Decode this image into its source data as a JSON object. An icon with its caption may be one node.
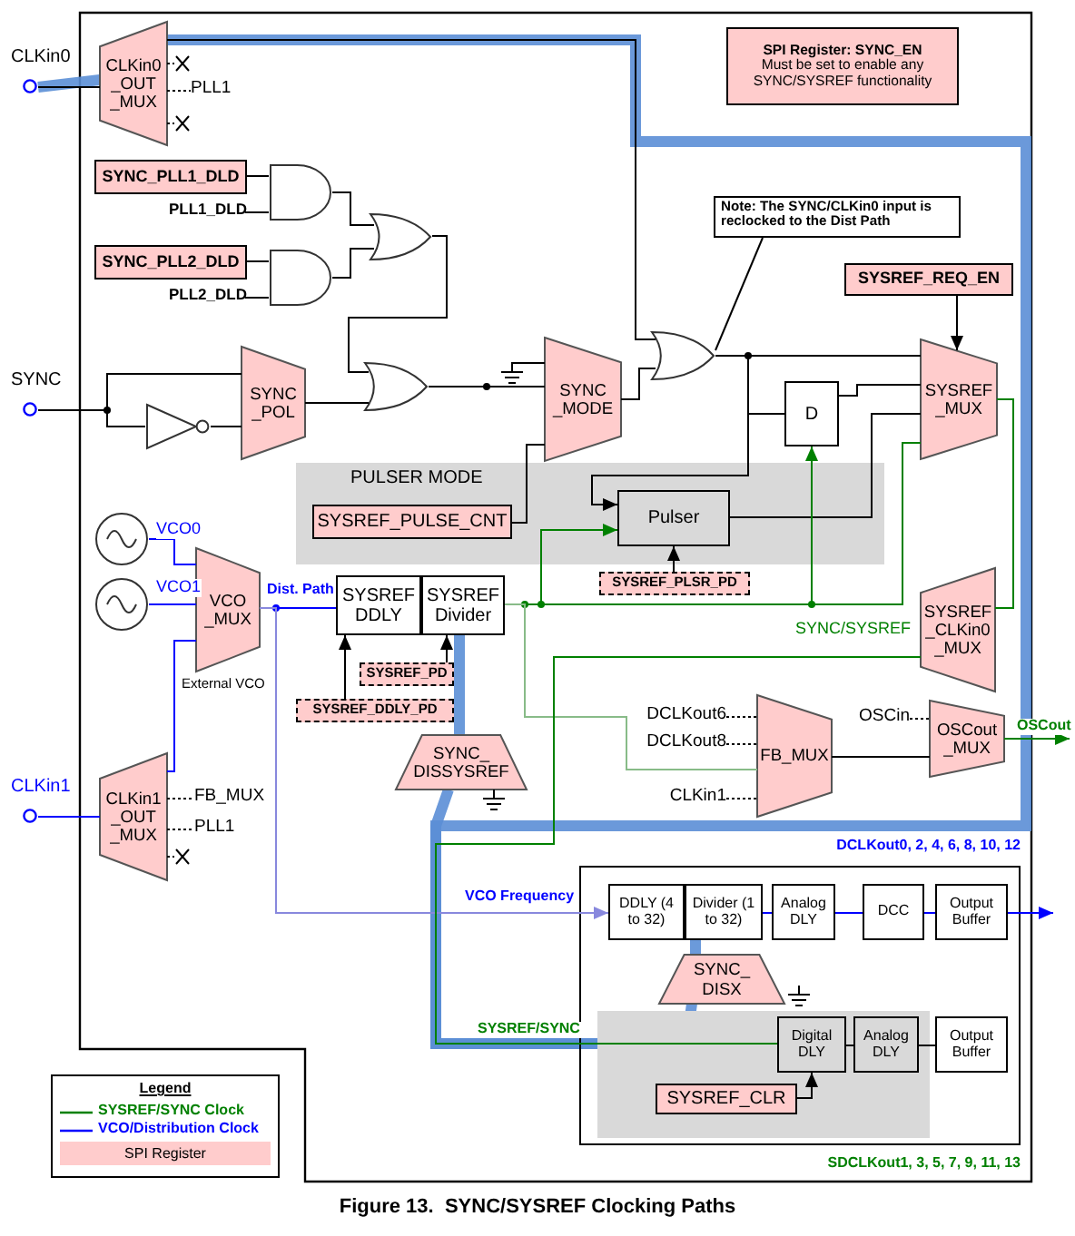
{
  "diagram": {
    "caption": "Figure 13.  SYNC/SYSREF Clocking Paths",
    "nodes": [
      {
        "text": [
          "CLKin0"
        ]
      },
      {
        "text": [
          "CLKin0 _OUT _MUX"
        ]
      },
      {
        "text": [
          "PLL1"
        ]
      },
      {
        "text": [
          "SYNC_PLL1_DLD"
        ]
      },
      {
        "text": [
          "PLL1_DLD"
        ]
      },
      {
        "text": [
          "SYNC_PLL2_DLD"
        ]
      },
      {
        "text": [
          "PLL2_DLD"
        ]
      },
      {
        "text": [],
        "shape": "gate"
      },
      {
        "text": [],
        "shape": "gate"
      },
      {
        "text": [],
        "shape": "gate"
      },
      {
        "text": [
          "SYNC"
        ]
      },
      {
        "text": [],
        "shape": "triangle"
      },
      {
        "text": [
          "SYNC _POL"
        ]
      },
      {
        "text": [],
        "shape": "gate"
      },
      {
        "text": [
          "SYNC _MODE"
        ]
      },
      {
        "text": [
          "Note: The SYNC/CLKin0 input is reclocked to the Dist Path"
        ]
      },
      {
        "text": [],
        "shape": "gate"
      },
      {
        "text": [
          "SYSREF_REQ_EN"
        ]
      },
      {
        "text": [
          "D"
        ]
      },
      {
        "text": [
          "SYSREF _MUX"
        ]
      },
      {
        "text": [
          "PULSER MODE"
        ]
      },
      {
        "text": [
          "SYSREF_PULSE_CNT"
        ],
        "in": 20
      },
      {
        "text": [
          "Pulser"
        ],
        "in": 20
      },
      {
        "text": [
          "SYSREF_PLSR_PD"
        ]
      },
      {
        "text": [
          "SPI Register: SYNC_EN",
          "Must be set to enable any SYNC/SYSREF functionality"
        ]
      },
      {
        "text": [],
        "shape": "circle",
        "beside": [
          "VCO0"
        ]
      },
      {
        "text": [],
        "shape": "circle",
        "beside": [
          "VCO1"
        ]
      },
      {
        "text": [
          "VCO _MUX"
        ],
        "beside": [
          "External VCO"
        ]
      },
      {
        "text": [
          "SYSREF DDLY"
        ]
      },
      {
        "text": [
          "SYSREF Divider"
        ]
      },
      {
        "text": [
          "SYSREF_PD"
        ]
      },
      {
        "text": [
          "SYSREF_DDLY_PD"
        ]
      },
      {
        "text": [
          "SYNC_ DISSYSREF"
        ]
      },
      {
        "text": [
          "SYSREF _CLKin0 _MUX"
        ],
        "beside": [
          "SYNC/SYSREF"
        ]
      },
      {
        "text": [
          "FB_MUX"
        ]
      },
      {
        "text": [
          "DCLKout6"
        ]
      },
      {
        "text": [
          "DCLKout8"
        ]
      },
      {
        "text": [
          "CLKin1"
        ]
      },
      {
        "text": [
          "OSCin"
        ]
      },
      {
        "text": [
          "OSCout _MUX"
        ]
      },
      {
        "text": [
          "CLKin1"
        ]
      },
      {
        "text": [
          "CLKin1 _OUT _MUX"
        ]
      },
      {
        "text": [
          "FB_MUX"
        ]
      },
      {
        "text": [
          "PLL1"
        ]
      },
      {
        "text": [
          "DCLKout0, 2, 4, 6, 8, 10, 12",
          "SDCLKout1, 3, 5, 7, 9, 11, 13"
        ]
      },
      {
        "text": [
          "DDLY (4 to 32)"
        ],
        "in": 44
      },
      {
        "text": [
          "Divider (1 to 32)"
        ],
        "in": 44
      },
      {
        "text": [
          "Analog DLY"
        ],
        "in": 44
      },
      {
        "text": [
          "DCC"
        ],
        "in": 44
      },
      {
        "text": [
          "Output Buffer"
        ],
        "in": 44
      },
      {
        "text": [
          "SYNC_ DISX"
        ],
        "in": 44
      },
      {
        "text": [],
        "shape": "box",
        "in": 44
      },
      {
        "text": [
          "Digital DLY"
        ],
        "in": 51
      },
      {
        "text": [
          "Analog DLY"
        ],
        "in": 51
      },
      {
        "text": [
          "Output Buffer"
        ],
        "in": 44
      },
      {
        "text": [
          "SYSREF_CLR"
        ],
        "in": 51
      },
      {
        "text": [],
        "shape": "cross"
      },
      {
        "text": [],
        "shape": "cross"
      },
      {
        "text": [],
        "shape": "cross"
      }
    ],
    "edges": [
      {
        "from": 0,
        "to": 1,
        "arrow": "none"
      },
      {
        "from": 1,
        "to": 2,
        "arrow": "none",
        "style": "dashed"
      },
      {
        "from": 3,
        "to": 7,
        "arrow": "none"
      },
      {
        "from": 4,
        "to": 7,
        "arrow": "none"
      },
      {
        "from": 5,
        "to": 8,
        "arrow": "none"
      },
      {
        "from": 6,
        "to": 8,
        "arrow": "none"
      },
      {
        "from": 7,
        "to": 9,
        "arrow": "none"
      },
      {
        "from": 8,
        "to": 9,
        "arrow": "none"
      },
      {
        "from": 9,
        "to": 13,
        "arrow": "none"
      },
      {
        "from": 10,
        "to": 11,
        "arrow": "none"
      },
      {
        "from": 10,
        "to": 12,
        "arrow": "none"
      },
      {
        "from": 11,
        "to": 12,
        "arrow": "none"
      },
      {
        "from": 12,
        "to": 13,
        "arrow": "none"
      },
      {
        "from": 13,
        "to": 14,
        "arrow": "none"
      },
      {
        "from": 21,
        "to": 14,
        "arrow": "none"
      },
      {
        "from": 1,
        "to": 16,
        "arrow": "none"
      },
      {
        "from": 14,
        "to": 16,
        "arrow": "none"
      },
      {
        "from": 15,
        "to": 16,
        "arrow": "none"
      },
      {
        "from": 16,
        "to": 18,
        "arrow": "none"
      },
      {
        "from": 16,
        "to": 19,
        "arrow": "none"
      },
      {
        "from": 16,
        "to": 22,
        "arrow": "to"
      },
      {
        "from": 17,
        "to": 19,
        "arrow": "to"
      },
      {
        "from": 18,
        "to": 19,
        "arrow": "none"
      },
      {
        "from": 22,
        "to": 19,
        "arrow": "none"
      },
      {
        "from": 23,
        "to": 22,
        "arrow": "to"
      },
      {
        "from": 29,
        "to": 18,
        "arrow": "to",
        "color": "#008000"
      },
      {
        "from": 29,
        "to": 22,
        "arrow": "to",
        "color": "#008000"
      },
      {
        "from": 29,
        "to": 19,
        "arrow": "none",
        "color": "#008000"
      },
      {
        "from": 19,
        "to": 33,
        "arrow": "none",
        "color": "#008000"
      },
      {
        "from": 25,
        "to": 27,
        "arrow": "none",
        "color": "#0000ff"
      },
      {
        "from": 26,
        "to": 27,
        "arrow": "none",
        "color": "#0000ff"
      },
      {
        "from": 41,
        "to": 27,
        "arrow": "none",
        "color": "#0000ff"
      },
      {
        "from": 40,
        "to": 41,
        "arrow": "none",
        "color": "#0000ff"
      },
      {
        "from": 41,
        "to": 42,
        "arrow": "none",
        "style": "dashed"
      },
      {
        "from": 41,
        "to": 43,
        "arrow": "none",
        "style": "dashed"
      },
      {
        "from": 27,
        "to": 28,
        "arrow": "none",
        "color": "#0000ff",
        "label": "Dist. Path"
      },
      {
        "from": 30,
        "to": 29,
        "arrow": "to"
      },
      {
        "from": 31,
        "to": 28,
        "arrow": "to"
      },
      {
        "from": 29,
        "to": 34,
        "arrow": "none",
        "color": "#88bb88"
      },
      {
        "from": 35,
        "to": 34,
        "arrow": "none",
        "style": "dashed"
      },
      {
        "from": 36,
        "to": 34,
        "arrow": "none",
        "style": "dashed"
      },
      {
        "from": 37,
        "to": 34,
        "arrow": "none",
        "style": "dashed"
      },
      {
        "from": 34,
        "to": 39,
        "arrow": "none"
      },
      {
        "from": 38,
        "to": 39,
        "arrow": "none",
        "style": "dashed"
      },
      {
        "from": 39,
        "to": null,
        "arrow": "to",
        "color": "#008000",
        "label": "OSCout"
      },
      {
        "from": 27,
        "to": 45,
        "arrow": "to",
        "color": "#8888dd",
        "label": "VCO Frequency"
      },
      {
        "from": 46,
        "to": 47,
        "arrow": "none",
        "color": "#0000ff"
      },
      {
        "from": 47,
        "to": 48,
        "arrow": "none",
        "color": "#0000ff"
      },
      {
        "from": 48,
        "to": 49,
        "arrow": "none",
        "color": "#0000ff"
      },
      {
        "from": 49,
        "to": null,
        "arrow": "to",
        "color": "#0000ff"
      },
      {
        "from": 55,
        "to": 52,
        "arrow": "to"
      },
      {
        "from": 33,
        "to": 52,
        "arrow": "none",
        "color": "#008000",
        "label": "SYSREF/SYNC"
      },
      {
        "from": 52,
        "to": 53,
        "arrow": "none"
      },
      {
        "from": 53,
        "to": 54,
        "arrow": "none"
      },
      {
        "from": 1,
        "to": 56,
        "arrow": "none",
        "style": "dashed"
      },
      {
        "from": 1,
        "to": 57,
        "arrow": "none",
        "style": "dashed"
      },
      {
        "from": 41,
        "to": 58,
        "arrow": "none",
        "style": "dashed"
      },
      {
        "from": 0,
        "to": 1,
        "arrow": "none",
        "style": "thick",
        "color": "#5b8fd6"
      },
      {
        "from": 1,
        "to": 52,
        "arrow": "to",
        "style": "thick",
        "color": "#5b8fd6"
      },
      {
        "from": 29,
        "to": 32,
        "arrow": "none",
        "style": "thick",
        "color": "#5b8fd6"
      },
      {
        "from": 32,
        "to": 52,
        "arrow": "to",
        "style": "thick",
        "color": "#5b8fd6"
      },
      {
        "from": 46,
        "to": 50,
        "arrow": "none",
        "style": "thick",
        "color": "#5b8fd6"
      },
      {
        "from": 50,
        "to": 52,
        "arrow": "to",
        "style": "thick",
        "color": "#5b8fd6"
      }
    ],
    "labels": [
      "Legend"
    ],
    "legend": [
      {
        "text": "SYSREF/SYNC Clock"
      },
      {
        "text": "VCO/Distribution Clock"
      },
      {
        "text": "SPI Register",
        "color": "#ffcccc"
      }
    ]
  }
}
